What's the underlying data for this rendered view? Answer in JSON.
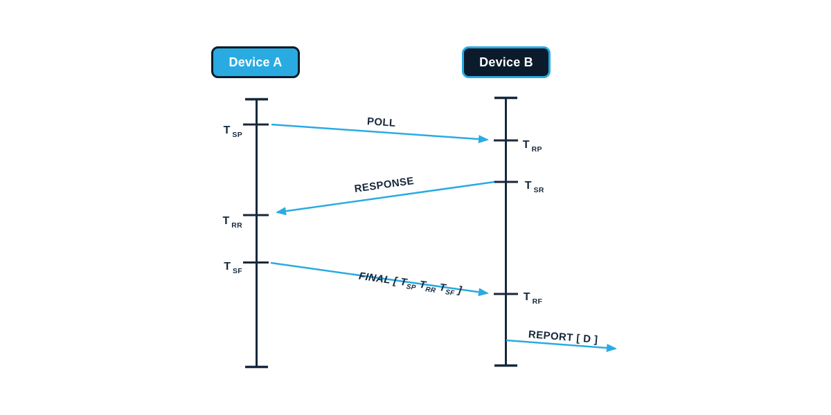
{
  "colors": {
    "accent": "#29ABE2",
    "navy": "#16283C",
    "navyfill": "#0C1B2B",
    "white": "#FFFFFF"
  },
  "actors": [
    {
      "label": "Device A"
    },
    {
      "label": "Device B"
    }
  ],
  "timestamps": {
    "a": [
      {
        "main": "T",
        "sub": "SP"
      },
      {
        "main": "T",
        "sub": "RR"
      },
      {
        "main": "T",
        "sub": "SF"
      }
    ],
    "b": [
      {
        "main": "T",
        "sub": "RP"
      },
      {
        "main": "T",
        "sub": "SR"
      },
      {
        "main": "T",
        "sub": "RF"
      }
    ]
  },
  "messages": {
    "poll": {
      "label": "POLL"
    },
    "response": {
      "label": "RESPONSE"
    },
    "final": {
      "parts": [
        {
          "text": "FINAL [ T"
        },
        {
          "sub": "SP"
        },
        {
          "text": " T"
        },
        {
          "sub": "RR"
        },
        {
          "text": " T"
        },
        {
          "sub": "SF"
        },
        {
          "text": " ]"
        }
      ]
    },
    "report": {
      "label": "REPORT [ D ]"
    }
  }
}
